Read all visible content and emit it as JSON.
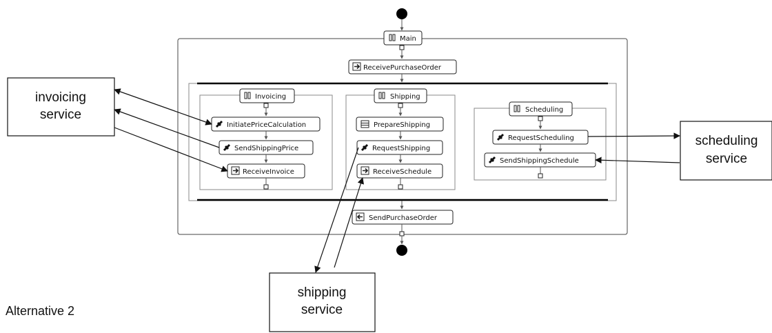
{
  "process": {
    "main": "Main",
    "receive_purchase_order": "ReceivePurchaseOrder",
    "send_purchase_order": "SendPurchaseOrder"
  },
  "invoicing": {
    "title": "Invoicing",
    "initiate": "InitiatePriceCalculation",
    "send_price": "SendShippingPrice",
    "receive_invoice": "ReceiveInvoice"
  },
  "shipping": {
    "title": "Shipping",
    "prepare": "PrepareShipping",
    "request": "RequestShipping",
    "receive_schedule": "ReceiveSchedule"
  },
  "scheduling": {
    "title": "Scheduling",
    "request": "RequestScheduling",
    "send_schedule": "SendShippingSchedule"
  },
  "services": {
    "invoicing_l1": "invoicing",
    "invoicing_l2": "service",
    "shipping_l1": "shipping",
    "shipping_l2": "service",
    "scheduling_l1": "scheduling",
    "scheduling_l2": "service"
  },
  "caption": "Alternative 2",
  "icons": {
    "sequence": "sequence-icon",
    "invoke": "invoke-icon",
    "receive": "receive-icon",
    "reply": "reply-icon",
    "assign": "assign-icon"
  }
}
